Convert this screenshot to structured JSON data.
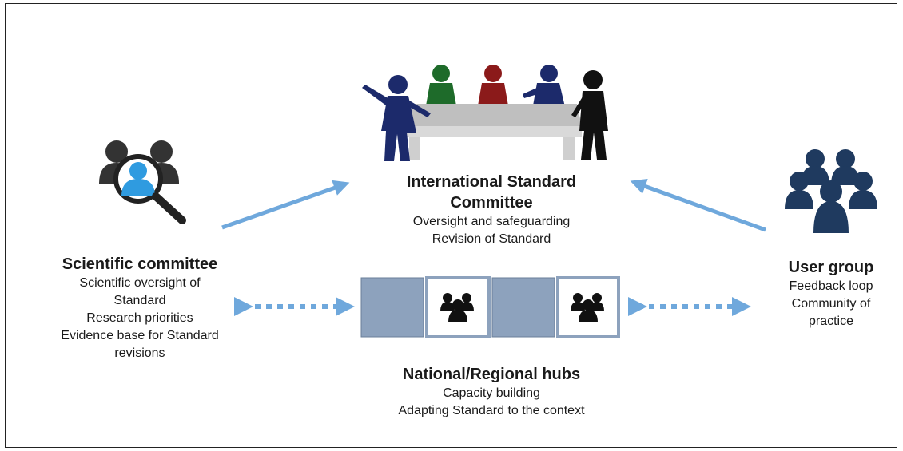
{
  "committee": {
    "title_line1": "International Standard",
    "title_line2": "Committee",
    "line1": "Oversight and safeguarding",
    "line2": "Revision of Standard"
  },
  "scientific": {
    "title": "Scientific committee",
    "line1": "Scientific oversight of",
    "line2": "Standard",
    "line3": "Research priorities",
    "line4": "Evidence base for Standard",
    "line5": "revisions"
  },
  "user_group": {
    "title": "User group",
    "line1": "Feedback loop",
    "line2": "Community of",
    "line3": "practice"
  },
  "hubs": {
    "title": "National/Regional hubs",
    "line1": "Capacity building",
    "line2": "Adapting Standard to the context"
  },
  "colors": {
    "arrow": "#6fa8dc",
    "hub_fill": "#8da2bd",
    "user_icon": "#1f3a5f",
    "search_icon_person": "#2f9be0"
  },
  "icons": [
    "meeting-table-illustration",
    "magnifier-people-icon",
    "people-group-icon",
    "group-icon"
  ]
}
